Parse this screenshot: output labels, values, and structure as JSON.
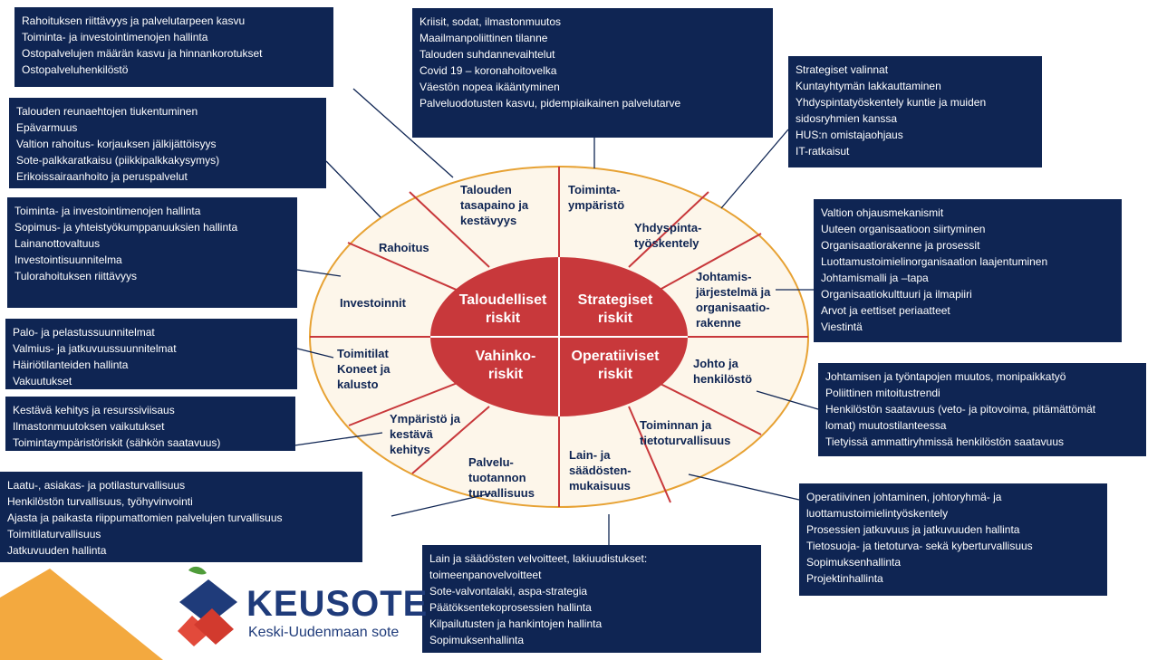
{
  "colors": {
    "navy": "#0f2553",
    "red": "#c8383b",
    "ring_border": "#e7a234",
    "ring_fill": "#fdf6ea",
    "divider": "#c8383b",
    "logo_orange": "#f3a93f"
  },
  "core": {
    "taloudelliset": "Taloudelliset\nriskit",
    "strategiset": "Strategiset\nriskit",
    "vahinko": "Vahinko-\nriskit",
    "operatiiviset": "Operatiiviset\nriskit"
  },
  "segments": {
    "talous": "Talouden\ntasapaino ja\nkestävyys",
    "toimintaymparisto": "Toiminta-\nympäristö",
    "yhdyspinta": "Yhdyspinta-\ntyöskentely",
    "johtamis": "Johtamis-\njärjestelmä ja\norganisaatio-\nrakenne",
    "johto": "Johto ja\nhenkilöstö",
    "toiminnan": "Toiminnan ja\ntietoturvallisuus",
    "lain": "Lain- ja\nsäädösten-\nmukaisuus",
    "palvelu": "Palvelu-\ntuotannon\nturvallisuus",
    "ymparisto": "Ympäristö ja\nkestävä\nkehitys",
    "toimitilat": "Toimitilat\nKoneet ja\nkalusto",
    "investoinnit": "Investoinnit",
    "rahoitus": "Rahoitus"
  },
  "boxes": {
    "rahoituksen": [
      "Rahoituksen riittävyys ja palvelutarpeen kasvu",
      "Toiminta- ja investointimenojen hallinta",
      "Ostopalvelujen määrän kasvu ja hinnankorotukset",
      "Ostopalveluhenkilöstö"
    ],
    "talouden_reunaehtojen": [
      "Talouden reunaehtojen tiukentuminen",
      "Epävarmuus",
      "Valtion rahoitus- korjauksen jälkijättöisyys",
      "Sote-palkkaratkaisu (piikkipalkkakysymys)",
      "Erikoissairaanhoito ja peruspalvelut"
    ],
    "investointi": [
      "Toiminta- ja investointimenojen hallinta",
      "Sopimus- ja yhteistyökumppanuuksien hallinta",
      "Lainanottovaltuus",
      "Investointisuunnitelma",
      "Tulorahoituksen riittävyys"
    ],
    "palo": [
      "Palo- ja pelastussuunnitelmat",
      "Valmius- ja jatkuvuussuunnitelmat",
      "Häiriötilanteiden hallinta",
      "Vakuutukset"
    ],
    "kestava": [
      "Kestävä kehitys ja resurssiviisaus",
      "Ilmastonmuutoksen vaikutukset",
      "Toimintaympäristöriskit (sähkön saatavuus)"
    ],
    "laatu": [
      "Laatu-, asiakas- ja potilasturvallisuus",
      "Henkilöstön turvallisuus, työhyvinvointi",
      "Ajasta ja paikasta riippumattomien palvelujen turvallisuus",
      "Toimitilaturvallisuus",
      "Jatkuvuuden hallinta"
    ],
    "kriisit": [
      "Kriisit, sodat, ilmastonmuutos",
      "Maailmanpoliittinen tilanne",
      "Talouden suhdannevaihtelut",
      "Covid 19 – koronahoitovelka",
      "Väestön nopea ikääntyminen",
      "Palveluodotusten kasvu, pidempiaikainen palvelutarve"
    ],
    "strategiset_valinnat": [
      "Strategiset valinnat",
      "Kuntayhtymän lakkauttaminen",
      "Yhdyspintatyöskentely kuntie ja muiden sidosryhmien  kanssa",
      "HUS:n omistajaohjaus",
      "IT-ratkaisut"
    ],
    "valtion": [
      "Valtion ohjausmekanismit",
      "Uuteen organisaatioon siirtyminen",
      "Organisaatiorakenne ja prosessit",
      "Luottamustoimielinorganisaation laajentuminen",
      "Johtamismalli ja –tapa",
      "Organisaatiokulttuuri ja ilmapiiri",
      "Arvot ja eettiset periaatteet",
      "Viestintä"
    ],
    "johtamisen": [
      "Johtamisen ja työntapojen muutos, monipaikkatyö",
      "Poliittinen mitoitustrendi",
      "Henkilöstön saatavuus (veto- ja pitovoima, pitämättömät lomat) muutostilanteessa",
      "Tietyissä ammattiryhmissä henkilöstön saatavuus"
    ],
    "operatiivinen": [
      "Operatiivinen johtaminen, johtoryhmä- ja luottamustoimielintyöskentely",
      "Prosessien jatkuvuus ja jatkuvuuden hallinta",
      "Tietosuoja- ja tietoturva- sekä kyberturvallisuus",
      "Sopimuksenhallinta",
      "Projektinhallinta"
    ],
    "lain_ja": [
      "Lain ja säädösten velvoitteet, lakiuudistukset: toimeenpanovelvoitteet",
      "Sote-valvontalaki, aspa-strategia",
      "Päätöksentekoprosessien hallinta",
      "Kilpailutusten ja hankintojen hallinta",
      "Sopimuksenhallinta"
    ]
  },
  "logo": {
    "name": "KEUSOTE",
    "tagline": "Keski-Uudenmaan sote"
  }
}
